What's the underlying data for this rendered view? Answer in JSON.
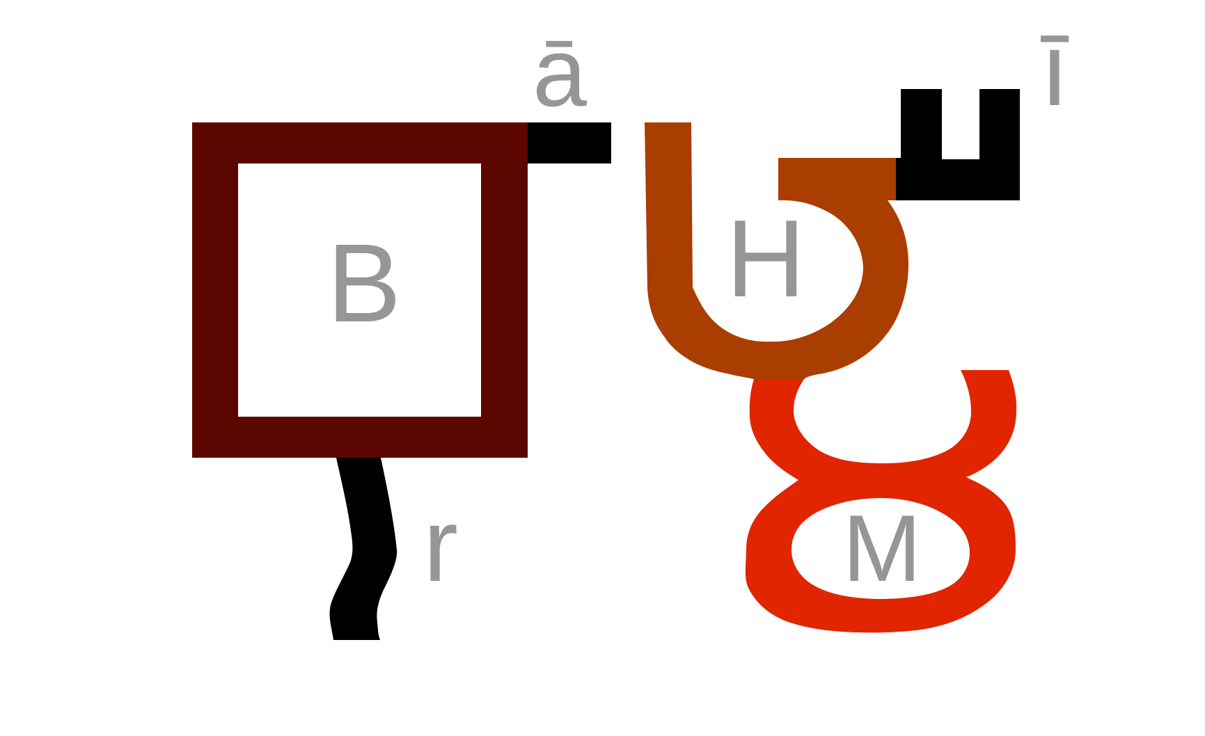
{
  "colors": {
    "background": "#ffffff",
    "maroon": "#5c0600",
    "black": "#000000",
    "rust": "#aa3d00",
    "red": "#e02500",
    "label": "#969696"
  },
  "labels": {
    "square": "B",
    "hook": "H",
    "figure_eight": "M",
    "stroke": "r",
    "top_left_mark": "ā",
    "top_right_mark": "ī"
  }
}
